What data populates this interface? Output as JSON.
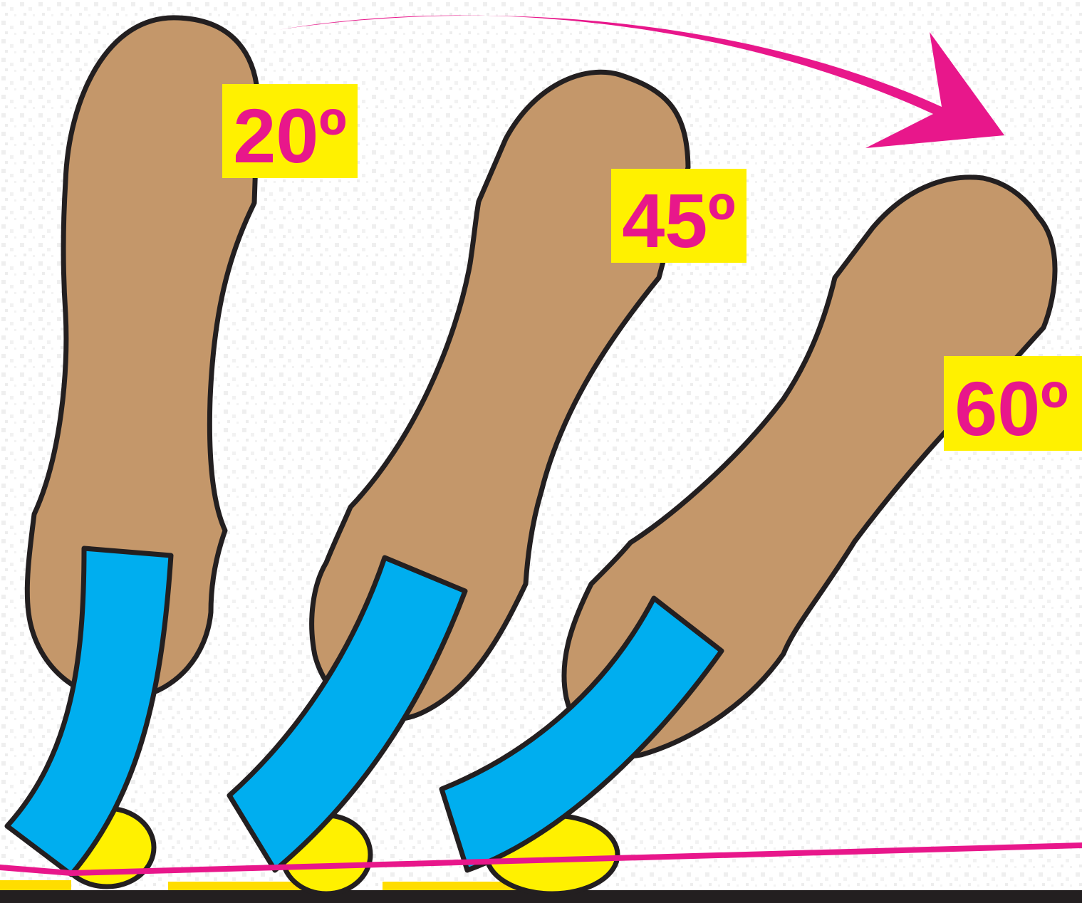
{
  "colors": {
    "background": "#ffffff",
    "texture": "#f1f1f1",
    "limb_fill": "#C4976A",
    "outline": "#231F20",
    "strap": "#00AEEF",
    "pad": "#FFF100",
    "label_bg": "#FFF100",
    "accent": "#E8178B",
    "floor_strip": "#FFDD00"
  },
  "figures": [
    {
      "id": "figure-1",
      "angle": 20,
      "label": "20º"
    },
    {
      "id": "figure-2",
      "angle": 45,
      "label": "45º"
    },
    {
      "id": "figure-3",
      "angle": 60,
      "label": "60º"
    }
  ],
  "arrow": {
    "direction": "right",
    "icon": "curved-arrow-right-icon"
  }
}
